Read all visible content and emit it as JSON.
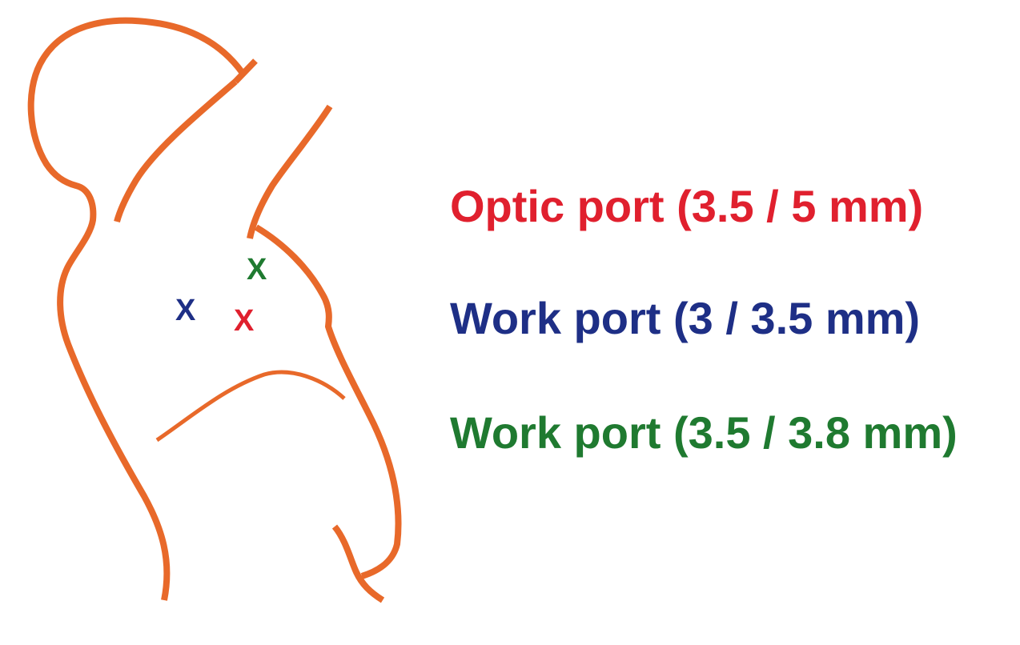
{
  "colors": {
    "outline": "#e8692a",
    "optic": "#e0202e",
    "work_a": "#1e2f86",
    "work_b": "#1f7a30"
  },
  "markers": {
    "optic": "X",
    "work_a": "X",
    "work_b": "X"
  },
  "legend": {
    "optic": "Optic port (3.5 / 5 mm)",
    "work_a": "Work port (3 / 3.5 mm)",
    "work_b": "Work port (3.5 / 3.8 mm)"
  }
}
